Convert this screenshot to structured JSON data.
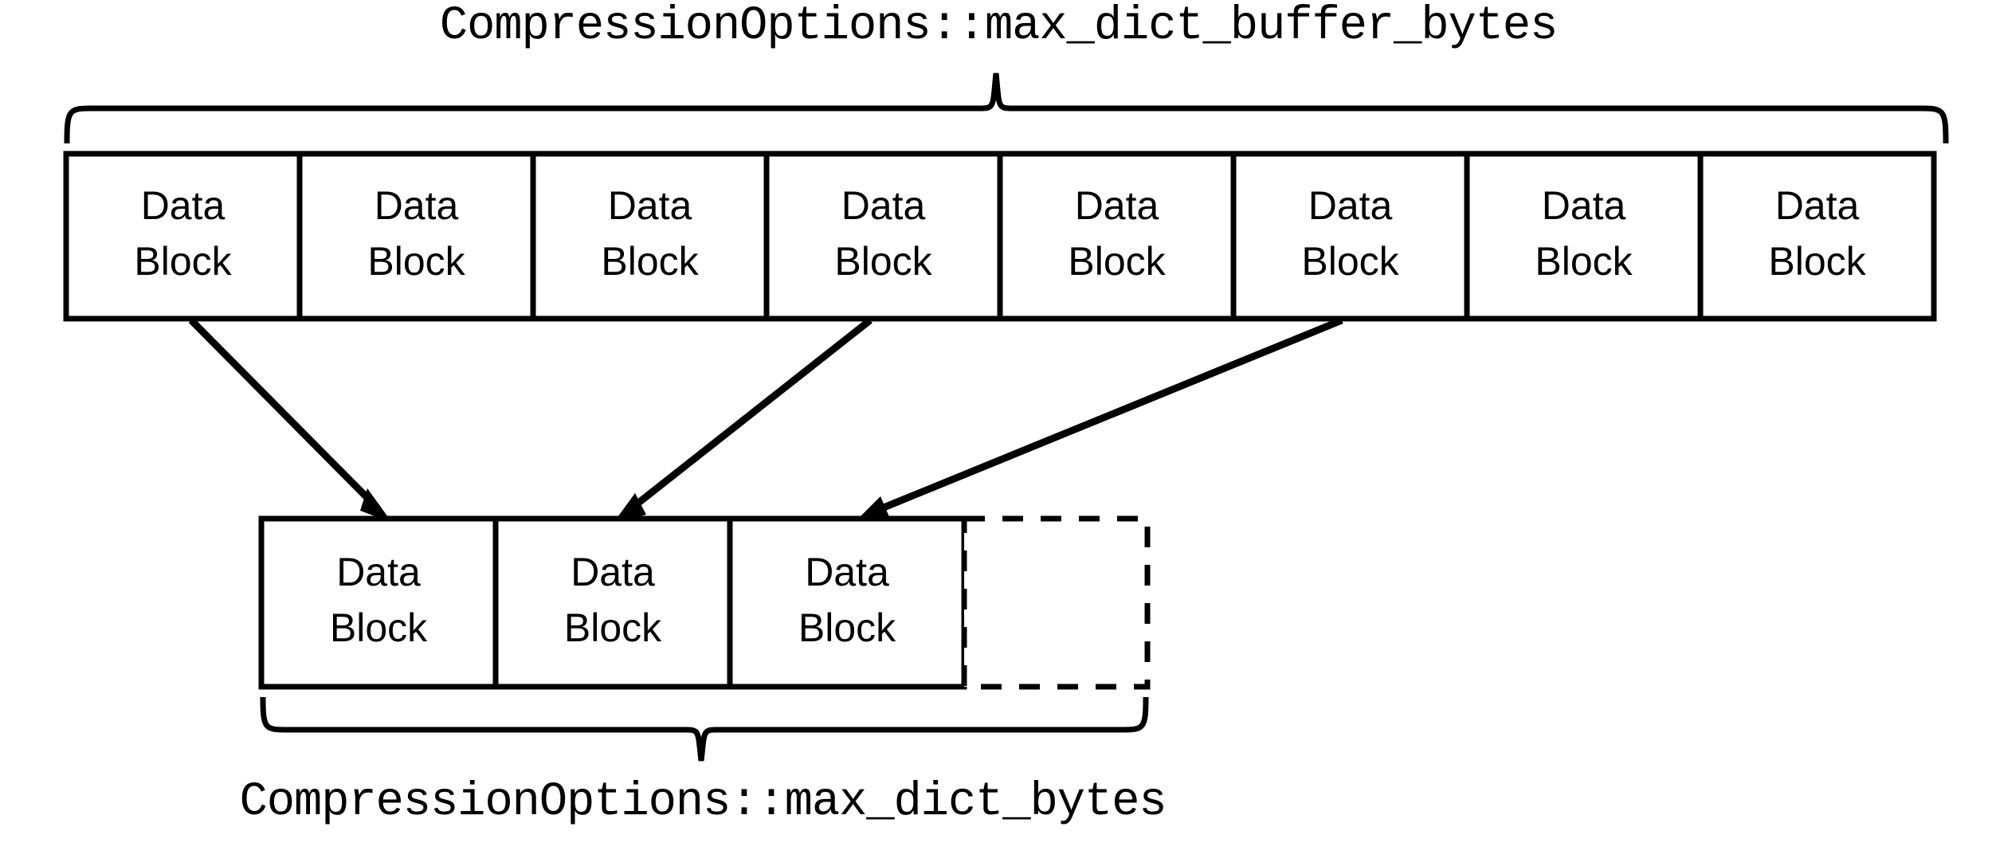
{
  "diagram": {
    "title_top": "CompressionOptions::max_dict_buffer_bytes",
    "title_bottom": "CompressionOptions::max_dict_bytes",
    "block_label_line1": "Data",
    "block_label_line2": "Block",
    "colors": {
      "stroke": "#000000",
      "fill": "#ffffff",
      "background": "#ffffff"
    },
    "top_row": {
      "count": 8,
      "blocks": [
        {
          "line1": "Data",
          "line2": "Block"
        },
        {
          "line1": "Data",
          "line2": "Block"
        },
        {
          "line1": "Data",
          "line2": "Block"
        },
        {
          "line1": "Data",
          "line2": "Block"
        },
        {
          "line1": "Data",
          "line2": "Block"
        },
        {
          "line1": "Data",
          "line2": "Block"
        },
        {
          "line1": "Data",
          "line2": "Block"
        },
        {
          "line1": "Data",
          "line2": "Block"
        }
      ]
    },
    "bottom_row": {
      "count": 3,
      "blocks": [
        {
          "line1": "Data",
          "line2": "Block"
        },
        {
          "line1": "Data",
          "line2": "Block"
        },
        {
          "line1": "Data",
          "line2": "Block"
        }
      ],
      "empty_slot_count": 1,
      "empty_slot_style": "dashed"
    },
    "arrows": [
      {
        "from_block_index": 0,
        "to_block_index": 0
      },
      {
        "from_block_index": 3,
        "to_block_index": 1
      },
      {
        "from_block_index": 5,
        "to_block_index": 2
      }
    ]
  }
}
